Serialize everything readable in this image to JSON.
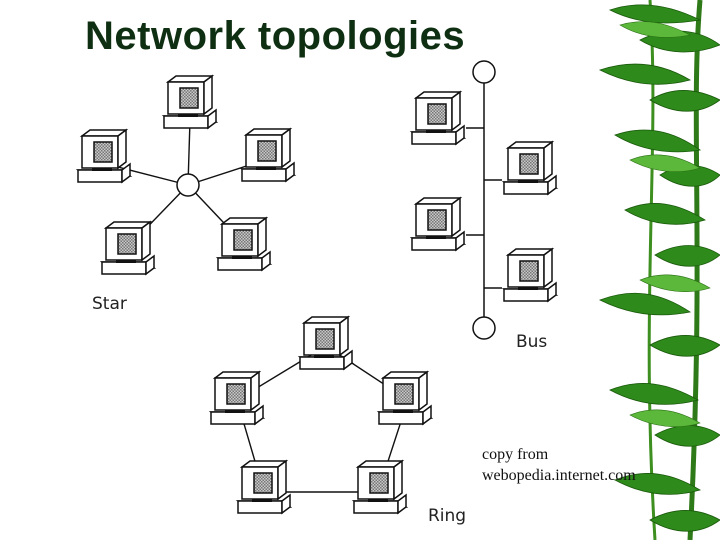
{
  "slide": {
    "title": "Network topologies",
    "credit_line1": "copy from",
    "credit_line2": "webopedia.internet.com",
    "decoration": "bamboo-leaves"
  },
  "diagrams": {
    "star": {
      "label": "Star",
      "node_count": 5,
      "hub": "central-hub"
    },
    "bus": {
      "label": "Bus",
      "node_count": 4,
      "backbone": "vertical-bus-line",
      "terminators": 2
    },
    "ring": {
      "label": "Ring",
      "node_count": 5,
      "shape": "pentagon"
    }
  },
  "colors": {
    "title": "#0f2f12",
    "line": "#111111",
    "bamboo_dark": "#1f6b13",
    "bamboo_light": "#4ea82a",
    "screen": "#9a9a9a"
  }
}
